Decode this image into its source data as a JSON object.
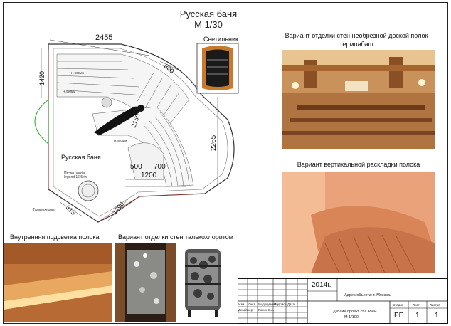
{
  "plan": {
    "title": "Русская баня",
    "scale": "М 1/30",
    "room_label": "Русская баня",
    "lamp_label": "Светильник",
    "stove_label_line1": "Печка harvia",
    "stove_label_line2": "legend 16,5kw",
    "talc_label": "Талькохлорит",
    "dims": {
      "top": "2455",
      "left": "1420",
      "diag": "800",
      "mid": "2150",
      "right": "2265",
      "d500": "500",
      "d700": "700",
      "d1200": "1200",
      "d315": "315",
      "d1290": "1290"
    },
    "heights": {
      "h1": "H.900мм",
      "h2": "H.450мм",
      "h3": "H.450мм"
    }
  },
  "photos": {
    "p1_caption": "Вариант отделки стен необрезной доской полок термоабаш",
    "p2_caption": "Вариант вертикальной раскладки полока",
    "p3_caption": "Внутренняя подсветка полока",
    "p4_caption": "Вариант отделки стен талькохлоритом"
  },
  "title_block": {
    "year": "2014г.",
    "address": "Адрес объекта: г. Москва.",
    "project": "Дизайн проект спа зоны",
    "project_scale": "М 1/100",
    "col_izm": "Изм.",
    "col_list": "Лист",
    "col_ndoc": "№ документа",
    "col_sign": "Подпись",
    "col_date": "Дата",
    "role": "Дизайнер",
    "designer": "Кочин С.А.",
    "stage_h": "Стадия",
    "sheet_h": "Лист",
    "sheets_h": "Листов",
    "stage": "РП",
    "sheet": "1",
    "sheets": "1"
  }
}
